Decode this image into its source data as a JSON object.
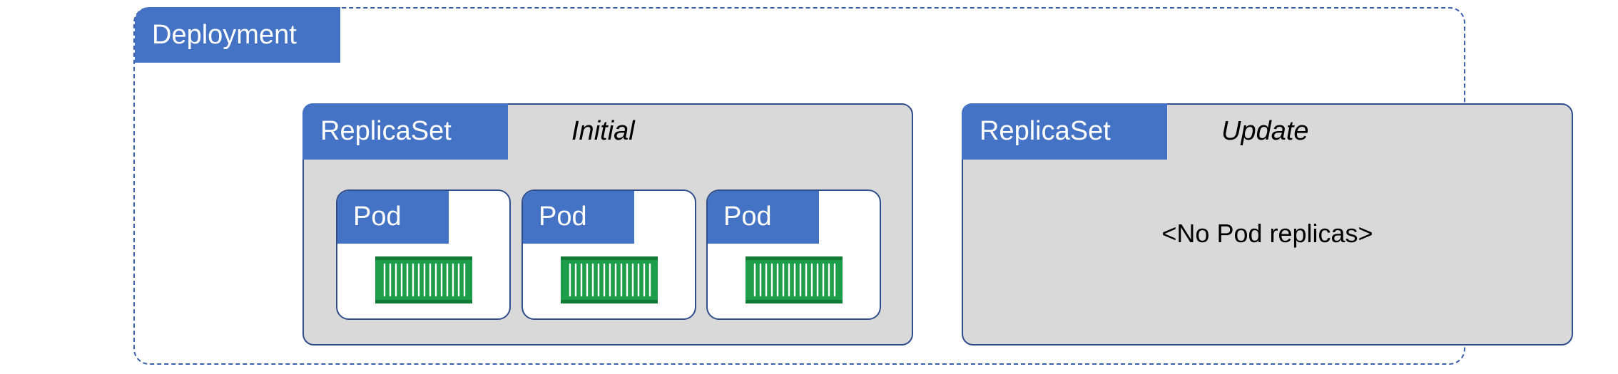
{
  "deployment": {
    "label": "Deployment"
  },
  "replicasets": [
    {
      "label": "ReplicaSet",
      "note": "Initial",
      "pods": [
        {
          "label": "Pod",
          "icon": "container-icon"
        },
        {
          "label": "Pod",
          "icon": "container-icon"
        },
        {
          "label": "Pod",
          "icon": "container-icon"
        }
      ]
    },
    {
      "label": "ReplicaSet",
      "note": "Update",
      "empty_text": "<No Pod replicas>"
    }
  ],
  "colors": {
    "label_bg": "#4472c4",
    "replicaset_bg": "#d9d9d9",
    "border": "#2f4d8a",
    "container_green": "#1e9e4a"
  }
}
